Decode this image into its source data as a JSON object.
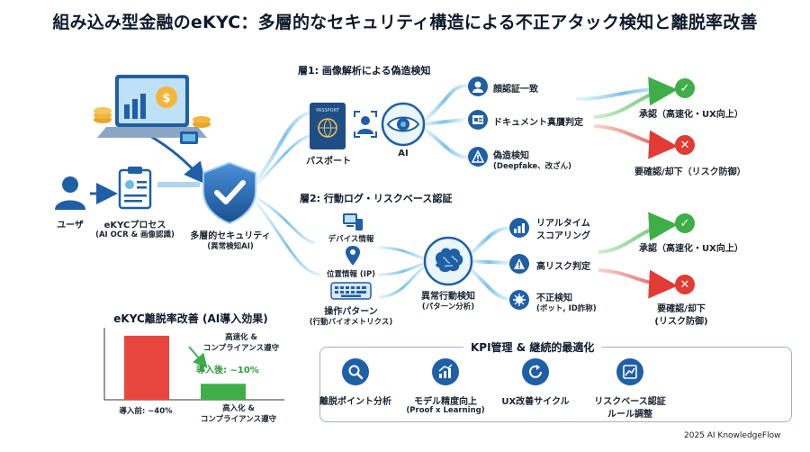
{
  "title": "組み込み型金融のeKYC：多層的なセキュリティ構造による不正アタック検知と離脱率改善",
  "left": {
    "user_label": "ユーザ",
    "ekyc_label": "eKYCプロセス",
    "ekyc_sub": "(AI OCR & 画像認識)",
    "security_label": "多層的セキュリティ",
    "security_sub": "(異常検知AI)"
  },
  "layer1": {
    "title": "層1: 画像解析による偽造検知",
    "passport_label": "パスポート",
    "ai_label": "AI",
    "checks": [
      {
        "label": "顔認証一致",
        "sub": ""
      },
      {
        "label": "ドキュメント真贋判定",
        "sub": ""
      },
      {
        "label": "偽造検知",
        "sub": "(Deepfake、改ざん)"
      }
    ],
    "approve": "承認（高速化・UX向上）",
    "reject": "要確認/却下（リスク防御）"
  },
  "layer2": {
    "title": "層2: 行動ログ・リスクベース認証",
    "inputs": [
      "デバイス情報",
      "位置情報 (IP)",
      "操作パターン"
    ],
    "inputs_sub": "(行動バイオメトリクス)",
    "brain_label": "異常行動検知",
    "brain_sub": "(パターン分析)",
    "checks": [
      {
        "label": "リアルタイム",
        "label2": "スコアリング",
        "sub": ""
      },
      {
        "label": "高リスク判定",
        "label2": "",
        "sub": ""
      },
      {
        "label": "不正検知",
        "label2": "",
        "sub": "(ボット, ID詐称)"
      }
    ],
    "approve": "承認（高速化・UX向上）",
    "reject": "要確認/却下",
    "reject_sub": "(リスク防御)"
  },
  "chart": {
    "title": "eKYC離脱率改善 (AI導入効果)",
    "annotation_top": "高速化 &",
    "annotation_top2": "コンプライアンス遵守",
    "after_value_label": "導入後: ~10%",
    "before_label": "導入前: ~40%",
    "after_label": "高入化 &",
    "after_label2": "コンプライアンス遵守"
  },
  "chart_data": {
    "type": "bar",
    "categories": [
      "導入前",
      "導入後"
    ],
    "values": [
      40,
      10
    ],
    "title": "eKYC離脱率改善 (AI導入効果)",
    "ylim": [
      0,
      45
    ],
    "colors": [
      "#e8463f",
      "#3fae49"
    ]
  },
  "kpi": {
    "title": "KPI管理 & 継続的最適化",
    "steps": [
      {
        "label": "離脱ポイント分析",
        "sub": ""
      },
      {
        "label": "モデル精度向上",
        "sub": "(Proof x Learning)"
      },
      {
        "label": "UX改善サイクル",
        "sub": ""
      },
      {
        "label": "リスクベース認証",
        "sub": "ルール調整"
      }
    ]
  },
  "footer": "2025 AI KnowledgeFlow",
  "colors": {
    "primary": "#1f5fa6",
    "approve": "#3fae49",
    "reject": "#e23b35",
    "flow": "#7ec3ea"
  }
}
